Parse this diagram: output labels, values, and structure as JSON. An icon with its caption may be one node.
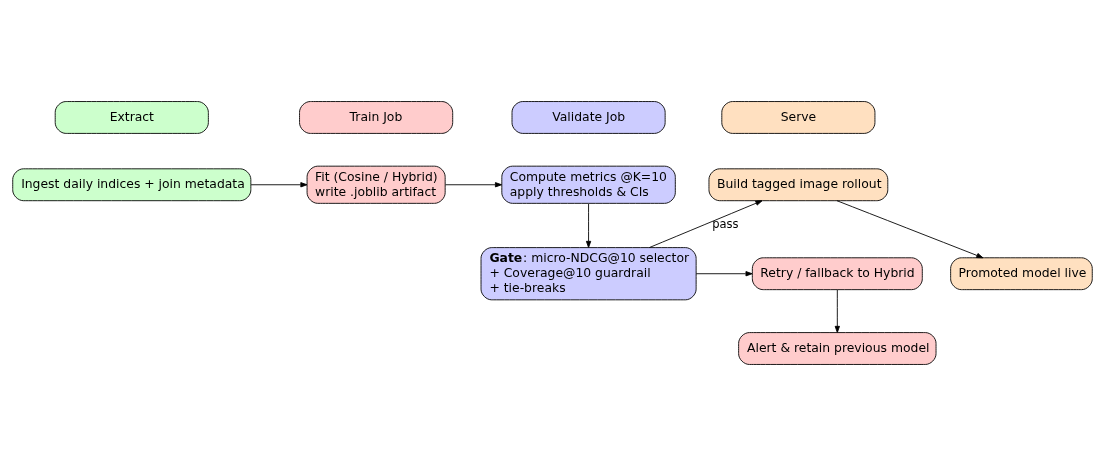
{
  "diagram": {
    "nodes": [
      {
        "text": [
          "Extract"
        ]
      },
      {
        "text": [
          "Train Job"
        ]
      },
      {
        "text": [
          "Validate Job"
        ]
      },
      {
        "text": [
          "Serve"
        ]
      },
      {
        "text": [
          "Ingest daily indices + join metadata"
        ]
      },
      {
        "text": [
          "Fit (Cosine / Hybrid)",
          "write .joblib artifact"
        ]
      },
      {
        "text": [
          "Compute metrics @K=10",
          "apply thresholds & CIs"
        ]
      },
      {
        "text": [
          "**Gate**: micro-NDCG@10 selector",
          "+ Coverage@10 guardrail",
          "+ tie-breaks"
        ]
      },
      {
        "text": [
          "Retry / fallback to Hybrid"
        ]
      },
      {
        "text": [
          "Alert & retain previous model"
        ]
      },
      {
        "text": [
          "Build tagged image rollout"
        ]
      },
      {
        "text": [
          "Promoted model live"
        ]
      }
    ],
    "edges": [
      {
        "from": 4,
        "to": 5,
        "arrow": "to"
      },
      {
        "from": 5,
        "to": 6,
        "arrow": "to"
      },
      {
        "from": 6,
        "to": 7,
        "arrow": "to"
      },
      {
        "from": 7,
        "to": 8,
        "arrow": "to"
      },
      {
        "from": 8,
        "to": 9,
        "arrow": "to"
      },
      {
        "from": 7,
        "to": 10,
        "arrow": "to",
        "label": "pass"
      },
      {
        "from": 10,
        "to": 11,
        "arrow": "to"
      }
    ]
  }
}
